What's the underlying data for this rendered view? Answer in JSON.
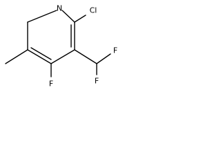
{
  "molecule": {
    "atoms": {
      "nitrogen": "N",
      "chlorine": "Cl",
      "fluorine_ring": "F",
      "fluorine_cf2_top": "F",
      "fluorine_cf2_bottom": "F"
    }
  }
}
